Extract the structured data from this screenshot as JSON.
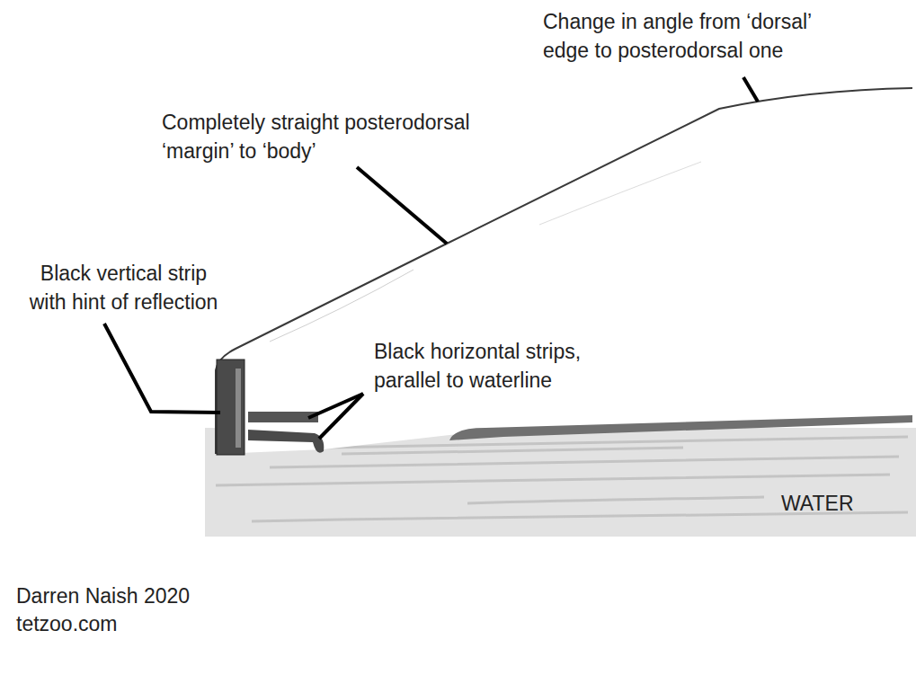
{
  "diagram": {
    "labels": [
      "Change in angle from ‘dorsal’ edge to posterodorsal one",
      "Completely straight posterodorsal ‘margin’ to ‘body’",
      "Black vertical strip with hint of reflection",
      "Black horizontal strips, parallel to waterline",
      "WATER",
      "Darren Naish 2020",
      "tetzoo.com"
    ]
  }
}
